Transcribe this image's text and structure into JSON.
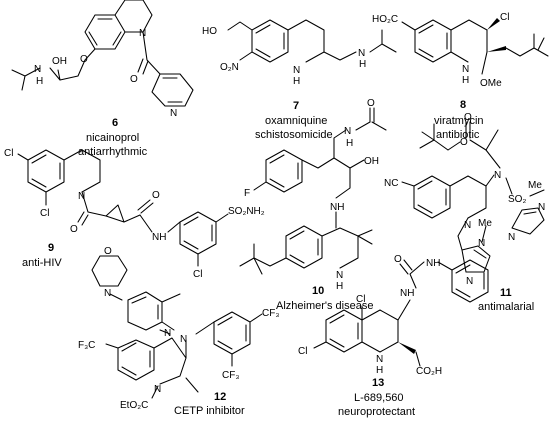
{
  "compounds": [
    {
      "number": "6",
      "name": "nicainoprol",
      "use": "antiarrhythmic"
    },
    {
      "number": "7",
      "name": "oxamniquine",
      "use": "schistosomicide"
    },
    {
      "number": "8",
      "name": "viratmycin",
      "use": "antibiotic"
    },
    {
      "number": "9",
      "name": "",
      "use": "anti-HIV"
    },
    {
      "number": "10",
      "name": "",
      "use": "Alzheimer's disease"
    },
    {
      "number": "11",
      "name": "",
      "use": "antimalarial"
    },
    {
      "number": "12",
      "name": "",
      "use": "CETP inhibitor"
    },
    {
      "number": "13",
      "name": "L-689,560",
      "use": "neuroprotectant"
    }
  ],
  "atom_labels": {
    "N": "N",
    "NH": "NH",
    "H": "H",
    "O": "O",
    "OH": "OH",
    "HO": "HO",
    "O2N": "O₂N",
    "HO2C": "HO₂C",
    "CO2H": "CO₂H",
    "EtO2C": "EtO₂C",
    "Cl": "Cl",
    "F": "F",
    "F3C": "F₃C",
    "CF3": "CF₃",
    "OMe": "OMe",
    "SO2NH2": "SO₂NH₂",
    "SO2": "SO₂",
    "NC": "NC",
    "Me": "Me"
  }
}
